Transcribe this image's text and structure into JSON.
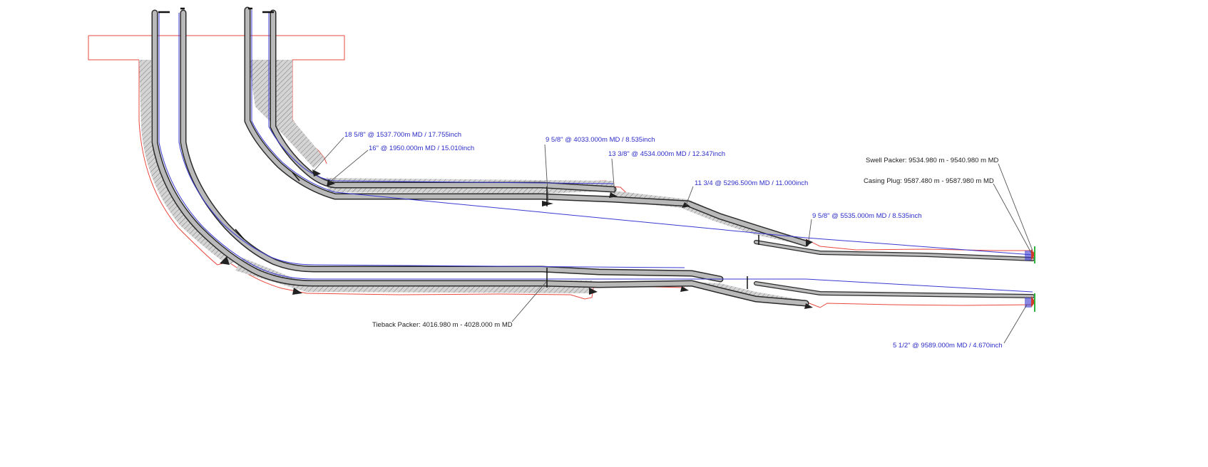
{
  "colors": {
    "formation_line": "#e8483f",
    "casing_wall": "#2b2b2b",
    "casing_fill": "#b9b9b9",
    "inner_line": "#3a3ad0",
    "cement": "#cfcfcf",
    "blue_text": "#2d2dc8",
    "black_text": "#222222",
    "packer_green": "#2fb53a",
    "packer_red": "#d23c2c"
  },
  "annotations": {
    "casing_18": "18 5/8\" @ 1537.700m MD / 17.755inch",
    "casing_16": "16\" @ 1950.000m MD / 15.010inch",
    "casing_9_5_8_a": "9 5/8\" @ 4033.000m MD / 8.535inch",
    "casing_13_3_8": "13 3/8\" @ 4534.000m MD / 12.347inch",
    "casing_11_3_4": "11 3/4 @ 5296.500m MD / 11.000inch",
    "casing_9_5_8_b": "9 5/8\" @ 5535.000m MD / 8.535inch",
    "swell_packer": "Swell Packer: 9534.980 m - 9540.980 m MD",
    "casing_plug": "Casing Plug: 9587.480 m - 9587.980 m MD",
    "tieback_packer": "Tieback Packer: 4016.980 m - 4028.000 m MD",
    "casing_5_1_2": "5 1/2\" @ 9589.000m MD / 4.670inch"
  }
}
